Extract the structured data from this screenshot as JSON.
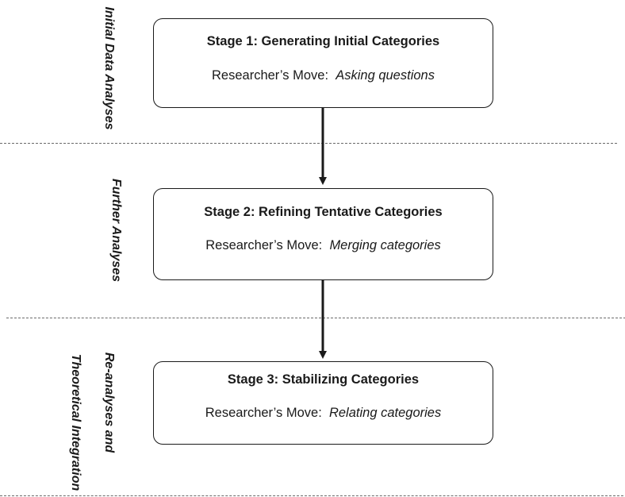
{
  "phases": [
    {
      "label": "Initial Data Analyses"
    },
    {
      "label": "Further Analyses"
    },
    {
      "label": "Re-analyses and"
    },
    {
      "label": "Theoretical Integration"
    }
  ],
  "stages": [
    {
      "title": "Stage 1: Generating Initial Categories",
      "move_prefix": "Researcher’s Move:  ",
      "move": "Asking questions"
    },
    {
      "title": "Stage 2: Refining Tentative Categories",
      "move_prefix": "Researcher’s Move:  ",
      "move": "Merging categories"
    },
    {
      "title": "Stage 3: Stabilizing Categories",
      "move_prefix": "Researcher’s Move:  ",
      "move": "Relating categories"
    }
  ],
  "colors": {
    "line": "#1a1a1a",
    "divider": "#6a6a6a"
  }
}
